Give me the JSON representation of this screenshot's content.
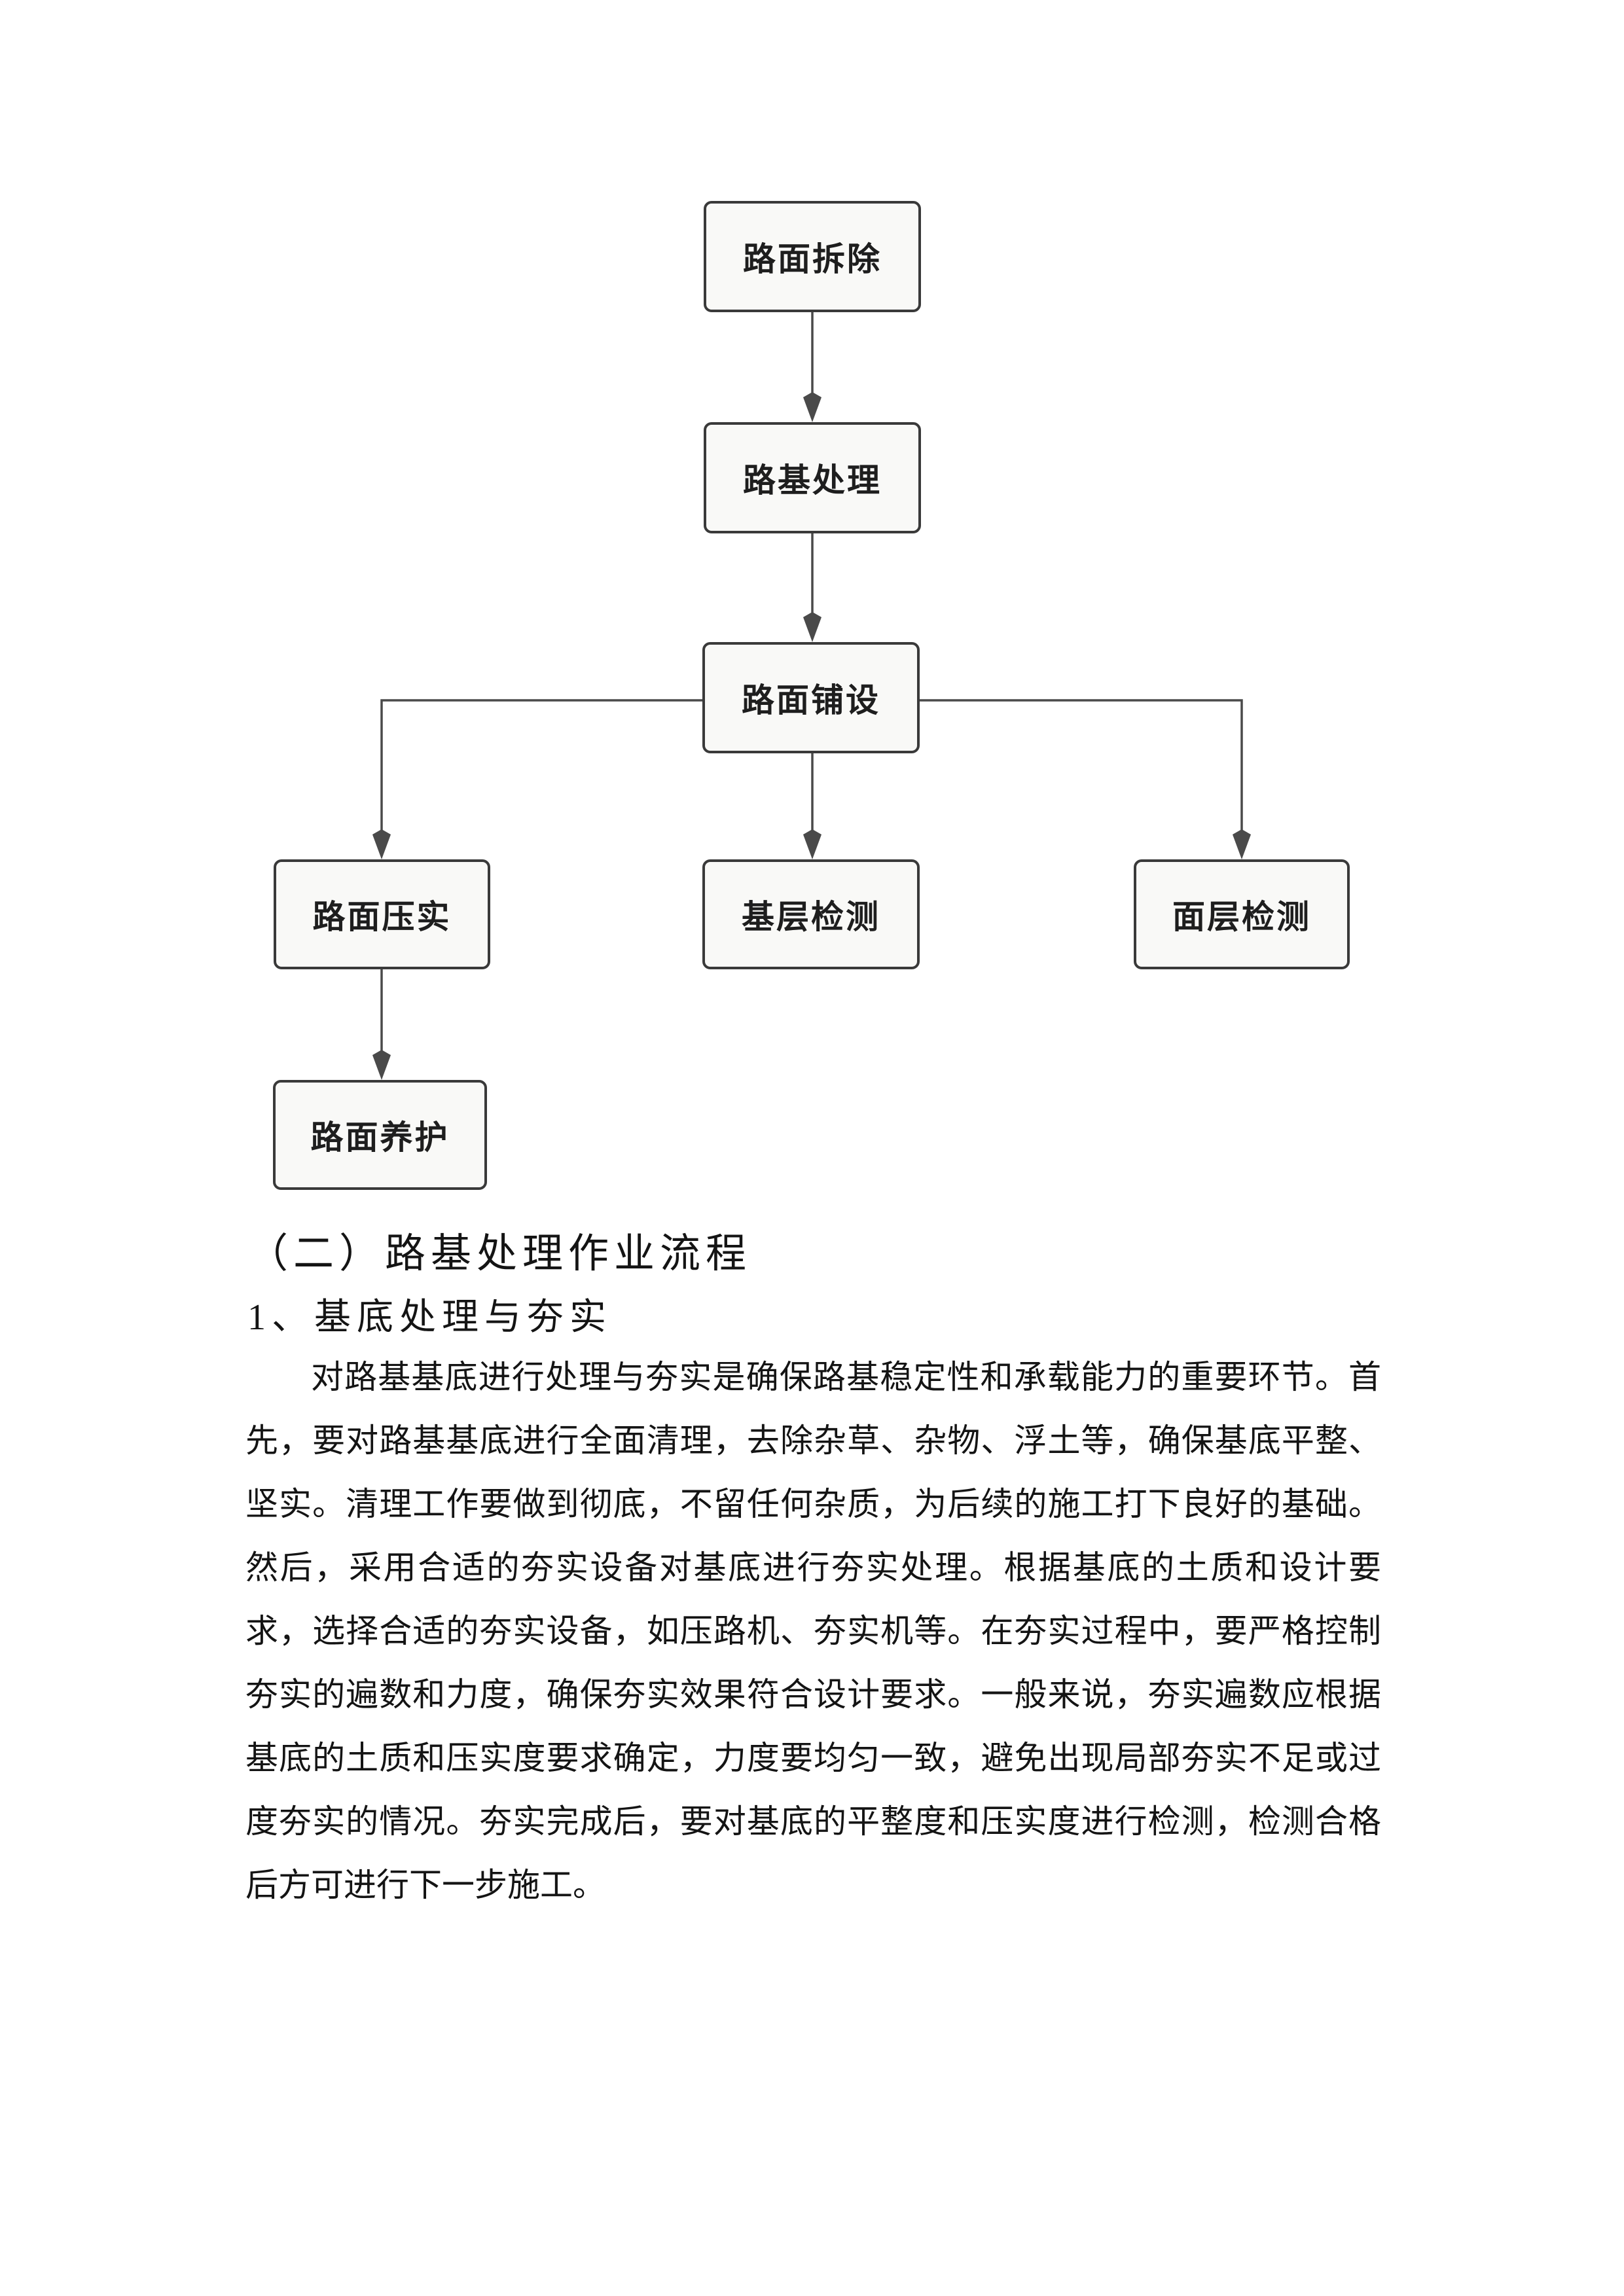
{
  "colors": {
    "page_bg": "#ffffff",
    "text": "#141414",
    "node_fill": "#f9f9f7",
    "node_border": "#3a3a3a",
    "node_text": "#1e1e1e",
    "connector": "#4a4a4a"
  },
  "flowchart": {
    "nodes": [
      {
        "id": "pavement-removal",
        "label": "路面拆除"
      },
      {
        "id": "roadbed-treatment",
        "label": "路基处理"
      },
      {
        "id": "pavement-laying",
        "label": "路面铺设"
      },
      {
        "id": "pavement-compaction",
        "label": "路面压实"
      },
      {
        "id": "base-layer-inspection",
        "label": "基层检测"
      },
      {
        "id": "surface-layer-inspection",
        "label": "面层检测"
      },
      {
        "id": "pavement-maintenance",
        "label": "路面养护"
      }
    ],
    "edges": [
      {
        "from": "路面拆除",
        "to": "路基处理"
      },
      {
        "from": "路基处理",
        "to": "路面铺设"
      },
      {
        "from": "路面铺设",
        "to": "路面压实"
      },
      {
        "from": "路面铺设",
        "to": "基层检测"
      },
      {
        "from": "路面铺设",
        "to": "面层检测"
      },
      {
        "from": "路面压实",
        "to": "路面养护"
      }
    ]
  },
  "section": {
    "heading": "（二）路基处理作业流程",
    "subheading": "1、基底处理与夯实",
    "paragraph_lines": [
      "对路基基底进行处理与夯实是确保路基稳定性和承载能力的重要环节。首",
      "先，要对路基基底进行全面清理，去除杂草、杂物、浮土等，确保基底平整、",
      "坚实。清理工作要做到彻底，不留任何杂质，为后续的施工打下良好的基础。",
      "然后，采用合适的夯实设备对基底进行夯实处理。根据基底的土质和设计要",
      "求，选择合适的夯实设备，如压路机、夯实机等。在夯实过程中，要严格控制",
      "夯实的遍数和力度，确保夯实效果符合设计要求。一般来说，夯实遍数应根据",
      "基底的土质和压实度要求确定，力度要均匀一致，避免出现局部夯实不足或过",
      "度夯实的情况。夯实完成后，要对基底的平整度和压实度进行检测，检测合格",
      "后方可进行下一步施工。"
    ]
  }
}
